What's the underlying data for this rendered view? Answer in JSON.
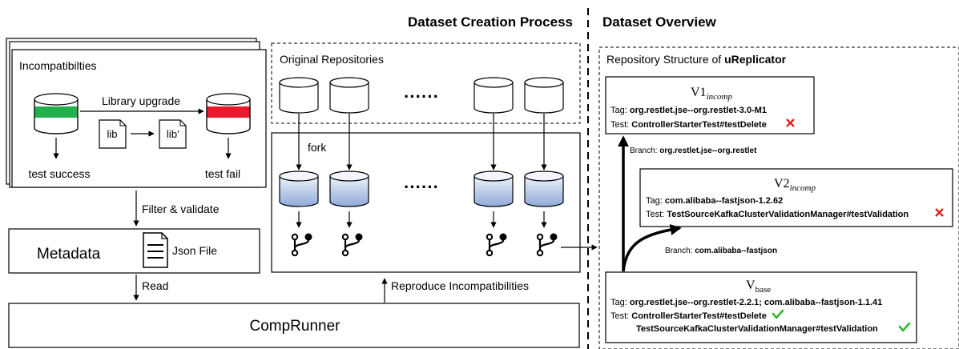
{
  "headings": {
    "creation": "Dataset Creation Process",
    "overview": "Dataset Overview"
  },
  "incompat": {
    "title": "Incompatibilties",
    "upgrade": "Library upgrade",
    "lib": "lib",
    "lib2": "lib’",
    "success": "test success",
    "fail": "test fail"
  },
  "filter": "Filter & validate",
  "metadata": {
    "label": "Metadata",
    "json": "Json File"
  },
  "read": "Read",
  "comprunner": "CompRunner",
  "repos": {
    "title": "Original Repositories",
    "ellipsis": "······",
    "fork": "fork"
  },
  "reproduce": "Reproduce Incompatibilities",
  "structure": {
    "prefix": "Repository Structure of ",
    "name": "uReplicator"
  },
  "v1": {
    "v": "V1",
    "sub": "incomp",
    "tag_label": "Tag: ",
    "tag": "org.restlet.jse--org.restlet-3.0-M1",
    "test_label": "Test: ",
    "test": "ControllerStarterTest#testDelete"
  },
  "v2": {
    "v": "V2",
    "sub": "incomp",
    "tag_label": "Tag: ",
    "tag": "com.alibaba--fastjson-1.2.62",
    "test_label": "Test: ",
    "test": "TestSourceKafkaClusterValidationManager#testValidation"
  },
  "vbase": {
    "v": "V",
    "sub": "base",
    "tag_label": "Tag: ",
    "tag": "org.restlet.jse--org.restlet-2.2.1; com.alibaba--fastjson-1.1.41",
    "test_label": "Test: ",
    "test1": "ControllerStarterTest#testDelete",
    "test2": "TestSourceKafkaClusterValidationManager#testValidation"
  },
  "branch1": {
    "label": "Branch: ",
    "name": "org.restlet.jse--org.restlet"
  },
  "branch2": {
    "label": "Branch: ",
    "name": "com.alibaba--fastjson"
  },
  "colors": {
    "pass_band": "#22b04c",
    "fail_band": "#e8192c",
    "cross": "#e02020",
    "check": "#2db82d",
    "fork_light": "#dfe8f7",
    "fork_dark": "#8ea9d8"
  }
}
